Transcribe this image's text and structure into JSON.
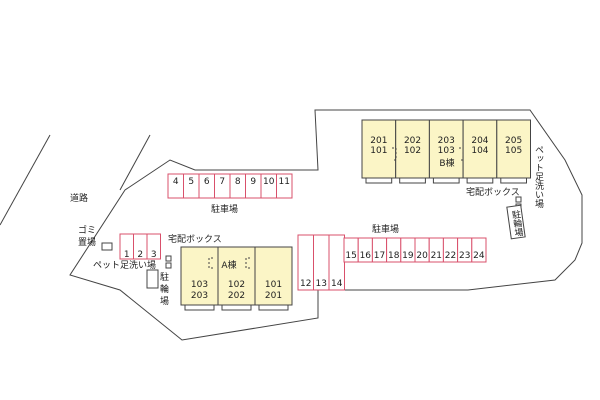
{
  "road_label": "道路",
  "garbage_label": [
    "ゴミ",
    "置場"
  ],
  "pet_wash_a": "ペット足洗い場",
  "pet_wash_b": "ペット足洗い場",
  "delivery_box_a": "宅配ボックス",
  "delivery_box_b": "宅配ボックス",
  "bike_parking_a": [
    "駐",
    "輪",
    "場"
  ],
  "bike_parking_b": "駐輪場",
  "parking_top_label": "駐車場",
  "parking_right_label": "駐車場",
  "parking_spaces_top": [
    "4",
    "5",
    "6",
    "7",
    "8",
    "9",
    "10",
    "11"
  ],
  "parking_spaces_left": [
    "1",
    "2",
    "3"
  ],
  "parking_spaces_tall": [
    "12",
    "13",
    "14"
  ],
  "parking_spaces_right": [
    "15",
    "16",
    "17",
    "18",
    "19",
    "20",
    "21",
    "22",
    "23",
    "24"
  ],
  "building_a": {
    "name": "A棟",
    "units": [
      [
        "103",
        "203"
      ],
      [
        "102",
        "202"
      ],
      [
        "101",
        "201"
      ]
    ]
  },
  "building_b": {
    "name": "B棟",
    "units": [
      [
        "201",
        "101"
      ],
      [
        "202",
        "102"
      ],
      [
        "203",
        "103"
      ],
      [
        "204",
        "104"
      ],
      [
        "205",
        "105"
      ]
    ]
  },
  "colors": {
    "parking_line": "#d9506b",
    "building_fill": "#fbf5c6",
    "outline": "#444444"
  }
}
